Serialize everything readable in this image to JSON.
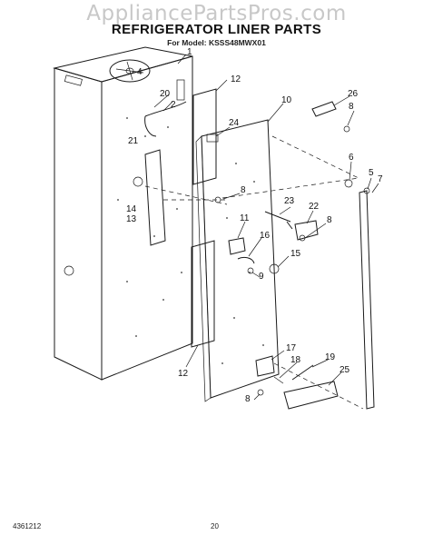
{
  "watermark": "AppliancePartsPros.com",
  "title": "REFRIGERATOR LINER PARTS",
  "model": "For Model: KSSS48MWX01",
  "footer": {
    "left": "4361212",
    "center": "20"
  },
  "callouts": [
    {
      "id": "c1",
      "text": "1"
    },
    {
      "id": "c2",
      "text": "2"
    },
    {
      "id": "c4",
      "text": "4"
    },
    {
      "id": "c5",
      "text": "5"
    },
    {
      "id": "c6",
      "text": "6"
    },
    {
      "id": "c7",
      "text": "7"
    },
    {
      "id": "c8a",
      "text": "8"
    },
    {
      "id": "c8b",
      "text": "8"
    },
    {
      "id": "c8c",
      "text": "8"
    },
    {
      "id": "c8d",
      "text": "8"
    },
    {
      "id": "c9",
      "text": "9"
    },
    {
      "id": "c10",
      "text": "10"
    },
    {
      "id": "c11",
      "text": "11"
    },
    {
      "id": "c12a",
      "text": "12"
    },
    {
      "id": "c12b",
      "text": "12"
    },
    {
      "id": "c13",
      "text": "13"
    },
    {
      "id": "c14",
      "text": "14"
    },
    {
      "id": "c15",
      "text": "15"
    },
    {
      "id": "c16",
      "text": "16"
    },
    {
      "id": "c17",
      "text": "17"
    },
    {
      "id": "c18",
      "text": "18"
    },
    {
      "id": "c19",
      "text": "19"
    },
    {
      "id": "c20",
      "text": "20"
    },
    {
      "id": "c21",
      "text": "21"
    },
    {
      "id": "c22",
      "text": "22"
    },
    {
      "id": "c23",
      "text": "23"
    },
    {
      "id": "c24",
      "text": "24"
    },
    {
      "id": "c25",
      "text": "25"
    },
    {
      "id": "c26",
      "text": "26"
    }
  ]
}
